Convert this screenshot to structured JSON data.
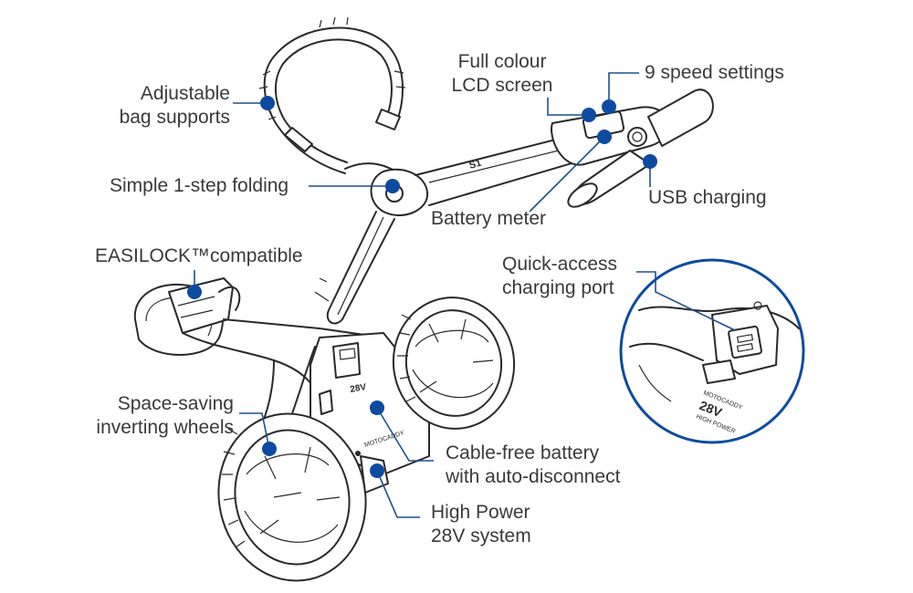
{
  "accent_color": "#0d4ba0",
  "labels": {
    "bag_supports": [
      "Adjustable",
      "bag supports"
    ],
    "folding": "Simple 1-step folding",
    "easilock": "EASILOCK™compatible",
    "inverting_wheels": [
      "Space-saving",
      "inverting wheels"
    ],
    "lcd_screen": [
      "Full colour",
      "LCD screen"
    ],
    "speed_settings": "9 speed settings",
    "battery_meter": "Battery meter",
    "usb_charging": "USB charging",
    "charging_port": [
      "Quick-access",
      "charging port"
    ],
    "battery": [
      "Cable-free battery",
      "with auto-disconnect"
    ],
    "power": [
      "High Power",
      "28V system"
    ]
  },
  "product_marks": {
    "model_logo": "S1",
    "battery_voltage": "28V",
    "battery_brand": "MOTOCADDY",
    "battery_power": "HIGH POWER"
  },
  "icons": [
    "trolley-illustration",
    "callout-dot",
    "magnifier-circle"
  ]
}
